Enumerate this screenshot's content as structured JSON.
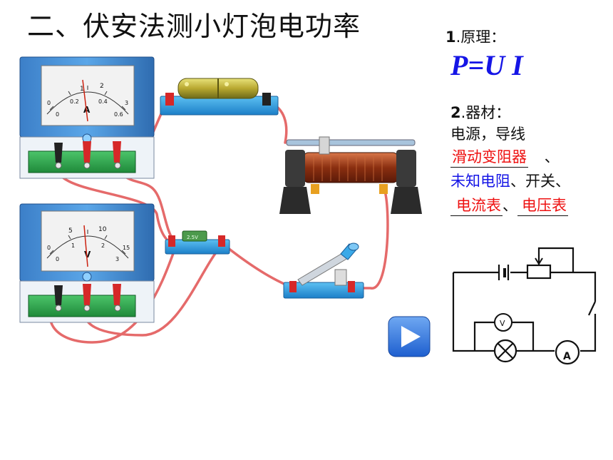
{
  "title": "二、伏安法测小灯泡电功率",
  "principle": {
    "heading_num": "1",
    "heading_text": ".原理：",
    "formula": "P=U I"
  },
  "materials": {
    "heading_num": "2",
    "heading_text": ".器材：",
    "line1": "电源，导线",
    "blank1": "滑动变阻器",
    "sep1": "、",
    "item_resistor": "未知电阻",
    "sep2": "、",
    "item_switch": "开关、",
    "blank2": "电流表",
    "sep3": "、",
    "blank3": "电压表"
  },
  "ammeter": {
    "unit": "A",
    "scale_top": [
      "1",
      "2"
    ],
    "scale_mid": [
      "0.2",
      "0.4"
    ],
    "scale_end": [
      "0",
      "3",
      "0",
      "0.6"
    ]
  },
  "voltmeter": {
    "unit": "V",
    "scale_top": [
      "5",
      "10"
    ],
    "scale_mid": [
      "1",
      "2"
    ],
    "scale_end": [
      "0",
      "15",
      "0",
      "3"
    ]
  },
  "bulb_label": "2.5V",
  "circuit_diagram": {
    "voltmeter_symbol": "V",
    "ammeter_symbol": "A"
  },
  "colors": {
    "formula": "#1515e6",
    "blank_fill": "#ee1111",
    "wire": "#e06060",
    "base": "#2e9be0"
  },
  "icons": [
    "play-icon"
  ]
}
